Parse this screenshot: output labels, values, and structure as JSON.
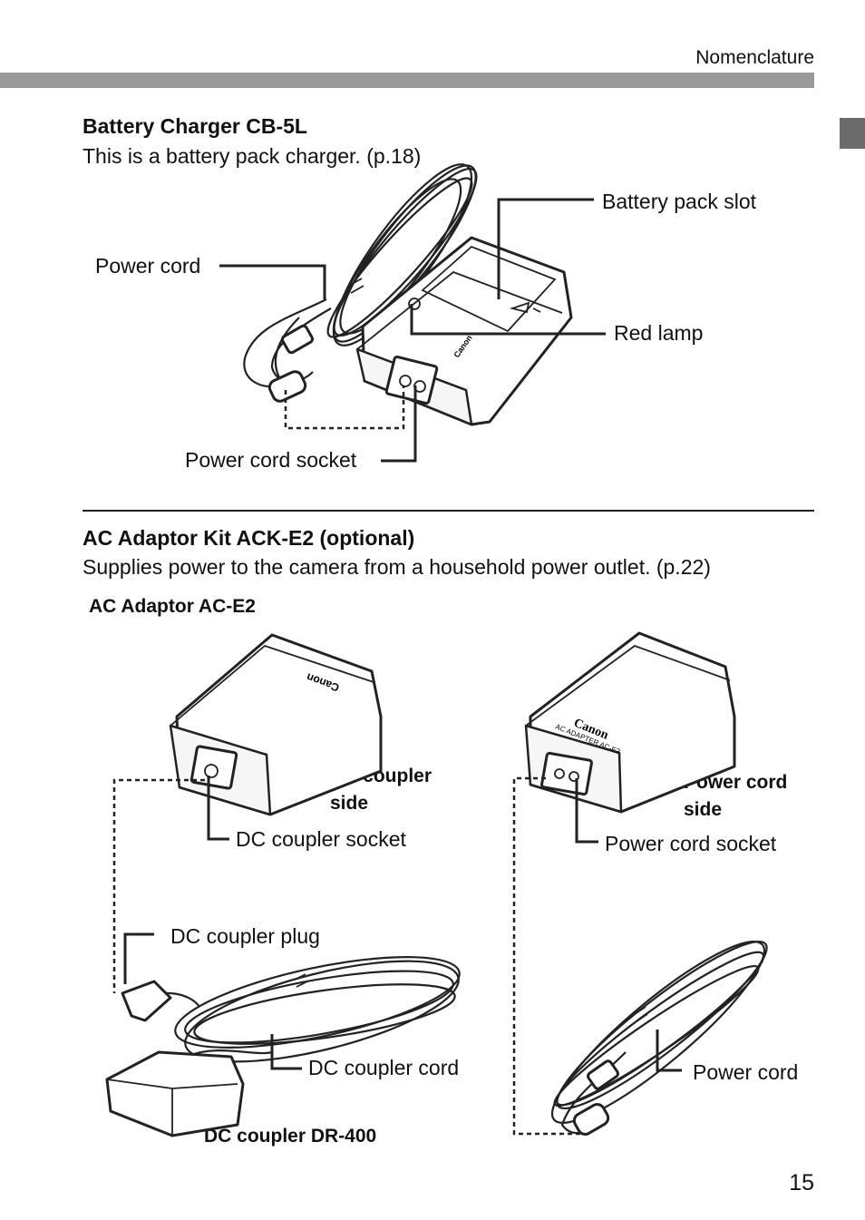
{
  "header": {
    "section": "Nomenclature"
  },
  "charger": {
    "title": "Battery Charger CB-5L",
    "description": "This is a battery pack charger. (p.18)",
    "labels": {
      "battery_pack_slot": "Battery pack slot",
      "power_cord": "Power cord",
      "red_lamp": "Red lamp",
      "power_cord_socket": "Power cord socket"
    },
    "device_brand": "Canon"
  },
  "adaptor_kit": {
    "title": "AC Adaptor Kit ACK-E2 (optional)",
    "description": "Supplies power to the camera from a household power outlet. (p.22)",
    "adaptor_title": "AC Adaptor AC-E2",
    "device_brand": "Canon",
    "device_model": "AC ADAPTER AC-E2",
    "labels": {
      "dc_coupler_side": "DC coupler side",
      "power_cord_side": "Power cord side",
      "dc_coupler_socket": "DC coupler socket",
      "power_cord_socket": "Power cord socket",
      "dc_coupler_plug": "DC coupler plug",
      "dc_coupler_cord": "DC coupler cord",
      "power_cord": "Power cord",
      "dc_coupler_title": "DC coupler DR-400"
    }
  },
  "page_number": "15"
}
